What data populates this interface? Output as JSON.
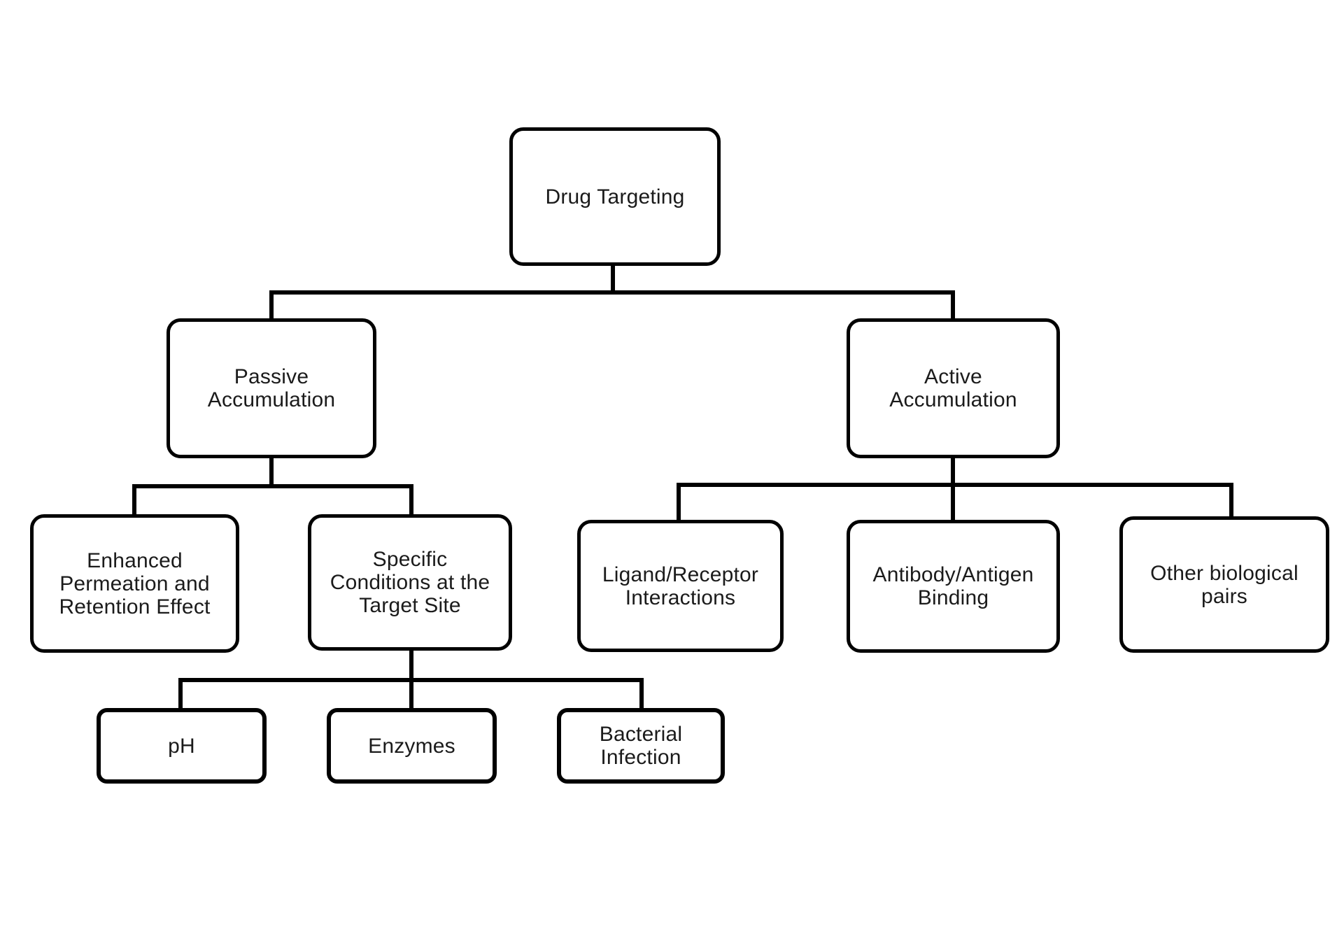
{
  "diagram": {
    "background_color": "#ffffff",
    "box_border_color": "#000000",
    "text_color": "#1b1b1b",
    "nodes": {
      "drug_targeting": {
        "label": "Drug Targeting"
      },
      "passive_accumulation": {
        "label": "Passive\nAccumulation"
      },
      "active_accumulation": {
        "label": "Active\nAccumulation"
      },
      "enhanced_permeation": {
        "label": "Enhanced\nPermeation and\nRetention Effect"
      },
      "specific_conditions": {
        "label": "Specific\nConditions at the\nTarget Site"
      },
      "ligand_receptor": {
        "label": "Ligand/Receptor\nInteractions"
      },
      "antibody_antigen": {
        "label": "Antibody/Antigen\nBinding"
      },
      "other_biological": {
        "label": "Other biological\npairs"
      },
      "ph": {
        "label": "pH"
      },
      "enzymes": {
        "label": "Enzymes"
      },
      "bacterial_infection": {
        "label": "Bacterial\nInfection"
      }
    },
    "edges": [
      [
        "drug_targeting",
        "passive_accumulation"
      ],
      [
        "drug_targeting",
        "active_accumulation"
      ],
      [
        "passive_accumulation",
        "enhanced_permeation"
      ],
      [
        "passive_accumulation",
        "specific_conditions"
      ],
      [
        "active_accumulation",
        "ligand_receptor"
      ],
      [
        "active_accumulation",
        "antibody_antigen"
      ],
      [
        "active_accumulation",
        "other_biological"
      ],
      [
        "specific_conditions",
        "ph"
      ],
      [
        "specific_conditions",
        "enzymes"
      ],
      [
        "specific_conditions",
        "bacterial_infection"
      ]
    ]
  }
}
